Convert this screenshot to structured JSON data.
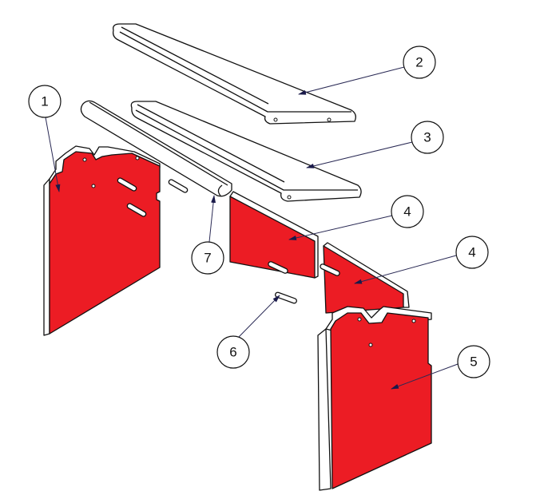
{
  "diagram": {
    "colors": {
      "panel": "#ec1c24",
      "outline": "#111111",
      "leader": "#2a2a55"
    },
    "callouts": [
      {
        "label": "1",
        "part": "left-side-panel"
      },
      {
        "label": "2",
        "part": "upper-baffle-board"
      },
      {
        "label": "3",
        "part": "lower-baffle-board"
      },
      {
        "label": "4",
        "part": "rear-panel-left"
      },
      {
        "label": "4",
        "part": "rear-panel-right"
      },
      {
        "label": "5",
        "part": "right-side-panel"
      },
      {
        "label": "6",
        "part": "connecting-pin"
      },
      {
        "label": "7",
        "part": "support-tube"
      }
    ]
  }
}
